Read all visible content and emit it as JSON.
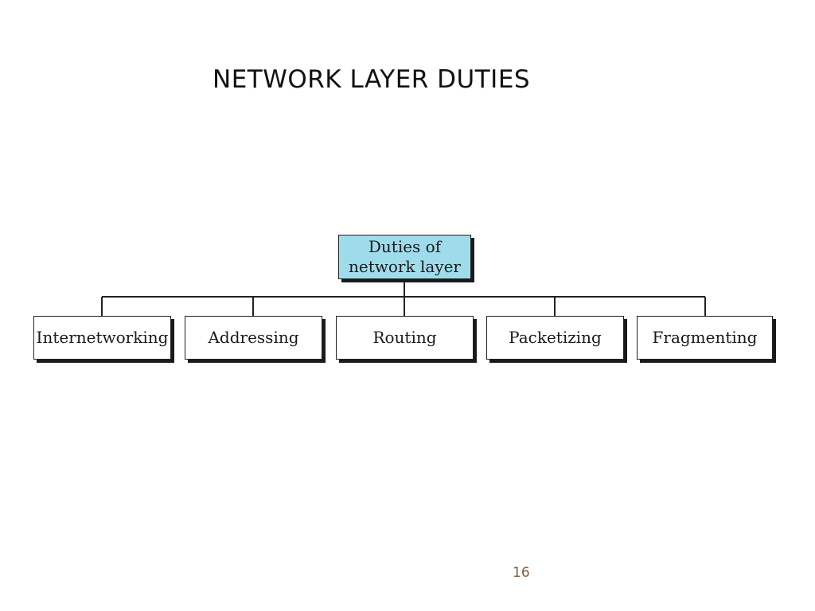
{
  "slide": {
    "title": "NETWORK LAYER DUTIES",
    "page_number": "16",
    "page_number_color": "#8a5a3c"
  },
  "diagram": {
    "root": {
      "line1": "Duties of",
      "line2": "network layer",
      "fill_color": "#9fdceb"
    },
    "children": [
      {
        "label": "Internetworking"
      },
      {
        "label": "Addressing"
      },
      {
        "label": "Routing"
      },
      {
        "label": "Packetizing"
      },
      {
        "label": "Fragmenting"
      }
    ]
  }
}
